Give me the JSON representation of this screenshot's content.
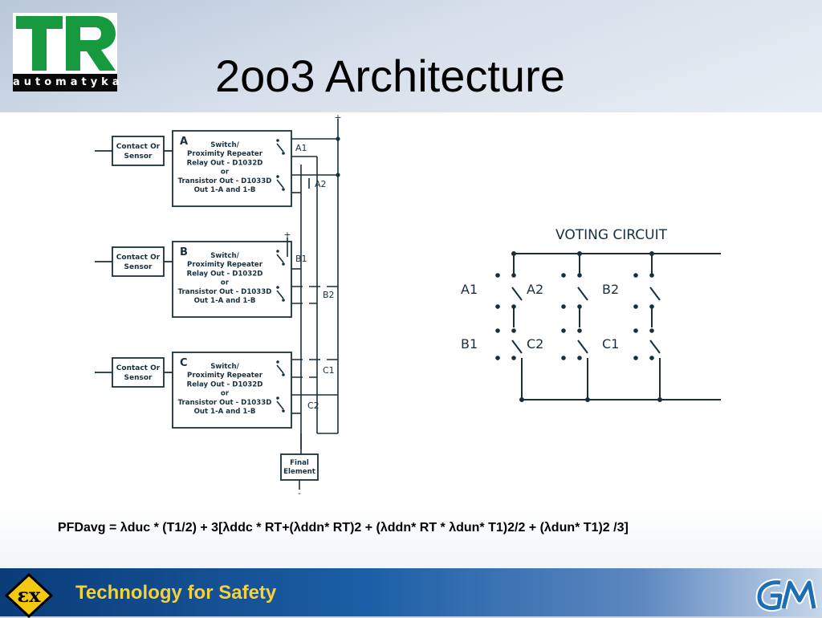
{
  "logo": {
    "brand": "TR",
    "text": "automatyka"
  },
  "title": "2oo3 Architecture",
  "diagram": {
    "contact_label": [
      "Contact Or",
      "Sensor"
    ],
    "modules": [
      {
        "letter": "A",
        "out1": "A1",
        "out2": "A2"
      },
      {
        "letter": "B",
        "out1": "B1",
        "out2": "B2"
      },
      {
        "letter": "C",
        "out1": "C1",
        "out2": "C2"
      }
    ],
    "module_text": [
      "Switch/",
      "Proximity Repeater",
      "Relay Out - D1032D",
      "or",
      "Transistor Out - D1033D",
      "Out 1-A and 1-B"
    ],
    "plus": "+",
    "minus": "-",
    "final_element": [
      "Final",
      "Element"
    ],
    "voting_title": "VOTING CIRCUIT",
    "voting_top_labels": [
      "A1",
      "A2",
      "B2"
    ],
    "voting_bottom_labels": [
      "B1",
      "C2",
      "C1"
    ]
  },
  "formula": "PFDavg = λduc * (T1/2) + 3[λddc * RT+(λddn* RT)2 + (λddn* RT * λdun* T1)2/2 + (λdun* T1)2 /3]",
  "footer": {
    "text": "Technology for Safety"
  },
  "colors": {
    "diagram": "#1a2f3c",
    "footer_text": "#f3d23a",
    "logo_green": "#179a3f"
  }
}
